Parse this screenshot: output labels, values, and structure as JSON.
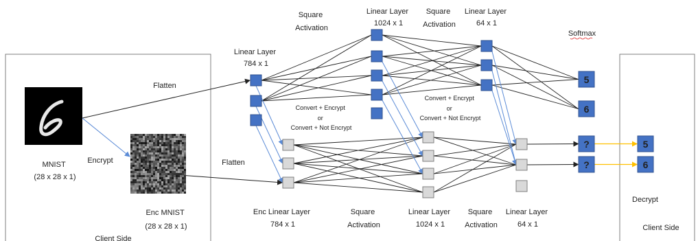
{
  "colors": {
    "node_blue": "#4472c4",
    "node_blue_stroke": "#2f528f",
    "node_grey": "#d9d9d9",
    "node_grey_stroke": "#7f7f7f",
    "edge_dark": "#222222",
    "edge_blue": "#5b8bd6",
    "edge_orange": "#ffc000",
    "box_stroke": "#7f7f7f"
  },
  "labels": {
    "square_activation_1": [
      "Square",
      "Activation"
    ],
    "linear_1024_top": [
      "Linear Layer",
      "1024 x 1"
    ],
    "square_activation_2": [
      "Square",
      "Activation"
    ],
    "linear_64_top": [
      "Linear Layer",
      "64 x 1"
    ],
    "softmax": "Softmax",
    "linear_784_top": [
      "Linear Layer",
      "784 x 1"
    ],
    "flatten_top": "Flatten",
    "convert_encrypt_left": [
      "Convert + Encrypt",
      "or",
      "Convert + Not Encrypt"
    ],
    "convert_encrypt_right": [
      "Convert + Encrypt",
      "or",
      "Convert + Not Encrypt"
    ],
    "mnist": [
      "MNIST",
      "(28 x 28 x 1)"
    ],
    "encrypt": "Encrypt",
    "flatten_bottom": "Flatten",
    "enc_mnist": [
      "Enc MNIST",
      "(28 x 28 x 1)"
    ],
    "client_side_left": "Client Side",
    "enc_linear_784": [
      "Enc Linear Layer",
      "784 x 1"
    ],
    "square_activation_3": [
      "Square",
      "Activation"
    ],
    "linear_1024_bottom": [
      "Linear Layer",
      "1024 x 1"
    ],
    "square_activation_4": [
      "Square",
      "Activation"
    ],
    "linear_64_bottom": [
      "Linear Layer",
      "64 x 1"
    ],
    "decrypt": "Decrypt",
    "client_side_right": "Client Side"
  },
  "outputs": {
    "plain_top": "5",
    "plain_bottom": "6",
    "enc_top": "?",
    "enc_bottom": "?",
    "decrypted_top": "5",
    "decrypted_bottom": "6"
  },
  "mnist_digit": "6"
}
